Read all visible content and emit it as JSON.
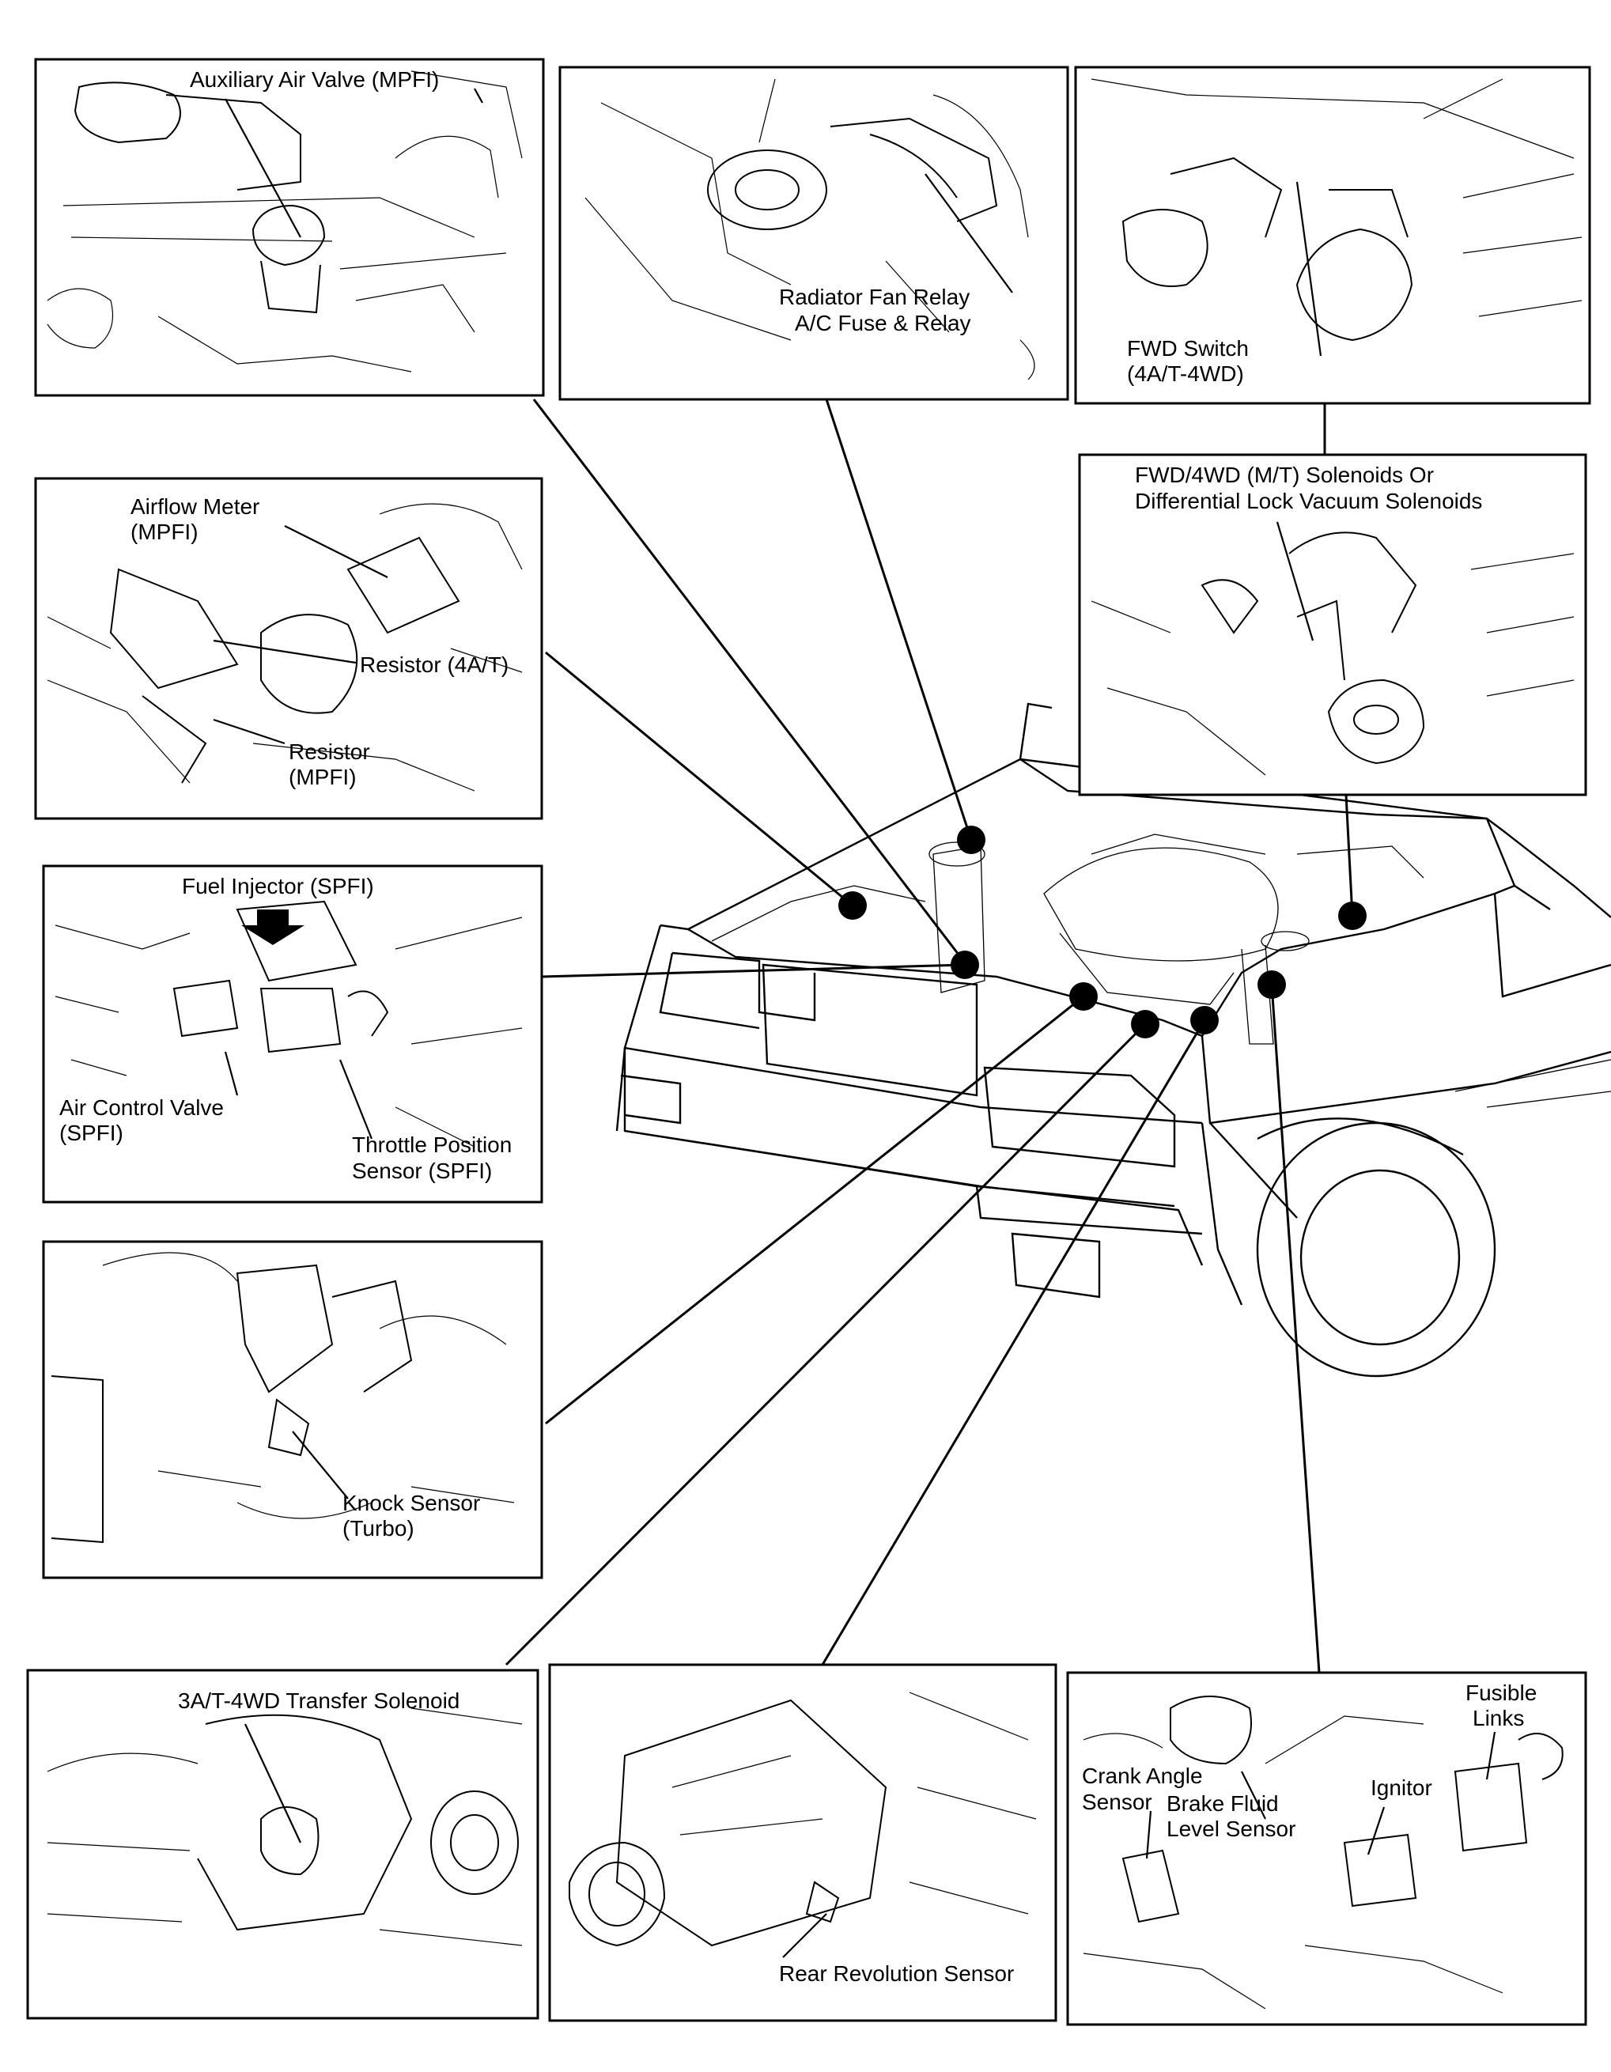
{
  "panels": {
    "auxiliary_air_valve": "Auxiliary Air Valve (MPFI)",
    "radiator_fan": [
      "Radiator Fan Relay",
      "A/C Fuse & Relay"
    ],
    "fwd_switch": [
      "FWD Switch",
      "(4A/T-4WD)"
    ],
    "airflow_meter": [
      "Airflow Meter",
      "(MPFI)"
    ],
    "resistor_4at": "Resistor (4A/T)",
    "resistor_mpfi": [
      "Resistor",
      "(MPFI)"
    ],
    "fwd_4wd_solenoids": [
      "FWD/4WD (M/T) Solenoids Or",
      "Differential Lock Vacuum Solenoids"
    ],
    "fuel_injector": "Fuel Injector (SPFI)",
    "air_control_valve": [
      "Air Control Valve",
      "(SPFI)"
    ],
    "throttle_position_sensor": [
      "Throttle Position",
      "Sensor (SPFI)"
    ],
    "knock_sensor": [
      "Knock Sensor",
      "(Turbo)"
    ],
    "transfer_solenoid": "3A/T-4WD Transfer Solenoid",
    "rear_revolution_sensor": "Rear Revolution Sensor",
    "fusible_links": [
      "Fusible",
      "Links"
    ],
    "crank_angle_sensor": [
      "Crank Angle",
      "Sensor"
    ],
    "ignitor": "Ignitor",
    "brake_fluid_level_sensor": [
      "Brake Fluid",
      "Level Sensor"
    ]
  },
  "callout_dot_count": 8
}
